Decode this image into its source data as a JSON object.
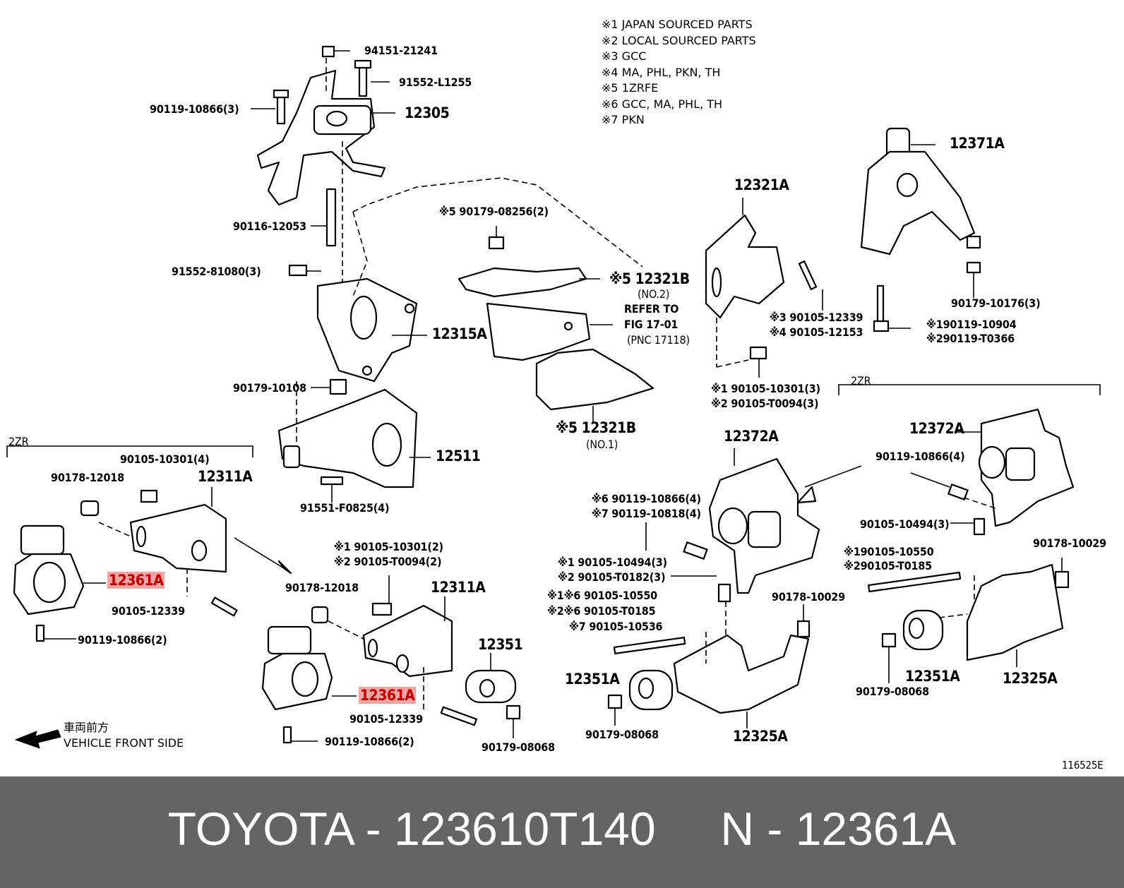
{
  "notes": [
    "※1 JAPAN SOURCED PARTS",
    "※2 LOCAL SOURCED PARTS",
    "※3 GCC",
    "※4 MA, PHL, PKN, TH",
    "※5 1ZRFE",
    "※6 GCC, MA, PHL, TH",
    "※7 PKN"
  ],
  "labels": {
    "p94151": "94151-21241",
    "p91552_l": "91552-L1255",
    "p90119_866_3": "90119-10866(3)",
    "p12305": "12305",
    "p90116": "90116-12053",
    "p91552_81080": "91552-81080(3)",
    "p12315a": "12315A",
    "p90179_10108": "90179-10108",
    "p12511": "12511",
    "p91551": "91551-F0825(4)",
    "p90179_08256": "※5 90179-08256(2)",
    "p12321b_no2": "※5 12321B",
    "no2": "(NO.2)",
    "refer1": "REFER TO",
    "refer2": "FIG 17-01",
    "refer3": "(PNC 17118)",
    "p12321b_no1": "※5 12321B",
    "no1": "(NO.1)",
    "p12321a": "12321A",
    "p90105_12339_a": "※3 90105-12339",
    "p90105_12153": "※4 90105-12153",
    "p90105_10301_3": "※1 90105-10301(3)",
    "p90105_t0094_3": "※2 90105-T0094(3)",
    "p12371a": "12371A",
    "p90179_10176": "90179-10176(3)",
    "p90119_10904": "※190119-10904",
    "p90119_t0366": "※290119-T0366",
    "zr_left": "2ZR",
    "zr_right": "2ZR",
    "l_90105_10301_4": "90105-10301(4)",
    "l_90178": "90178-12018",
    "l_12311a": "12311A",
    "l_12361a": "12361A",
    "l_90105_12339": "90105-12339",
    "l_90119_2": "90119-10866(2)",
    "m_10301_2": "※1 90105-10301(2)",
    "m_t0094_2": "※2 90105-T0094(2)",
    "m_90178": "90178-12018",
    "m_12311a": "12311A",
    "m_12351": "12351",
    "m_12361a": "12361A",
    "m_90105_12339": "90105-12339",
    "m_90179_08068": "90179-08068",
    "m_90119_2": "90119-10866(2)",
    "r_12372a": "12372A",
    "r_866_4": "※6 90119-10866(4)",
    "r_818_4": "※7 90119-10818(4)",
    "r_10494_3": "※1 90105-10494(3)",
    "r_t0182_3": "※2 90105-T0182(3)",
    "r_10550": "※1※6 90105-10550",
    "r_t0185": "※2※6 90105-T0185",
    "r_10536": "※7 90105-10536",
    "r_12351a": "12351A",
    "r_90179_08068": "90179-08068",
    "r_90178_10029": "90178-10029",
    "r_12325a": "12325A",
    "f_12372a": "12372A",
    "f_866_4": "90119-10866(4)",
    "f_10494_3": "90105-10494(3)",
    "f_10550": "※190105-10550",
    "f_t0185": "※290105-T0185",
    "f_90178_10029": "90178-10029",
    "f_12351a": "12351A",
    "f_12325a": "12325A",
    "f_90179_08068": "90179-08068",
    "front_jp": "車両前方",
    "front_en": "VEHICLE FRONT SIDE",
    "fig_no": "116525E"
  },
  "highlight_color": "#f4a3a3",
  "footer": {
    "brand": "TOYOTA",
    "part_number": "123610T140",
    "n_code": "12361A",
    "separator": " - ",
    "full": "TOYOTA - 123610T140     N - 12361A"
  }
}
